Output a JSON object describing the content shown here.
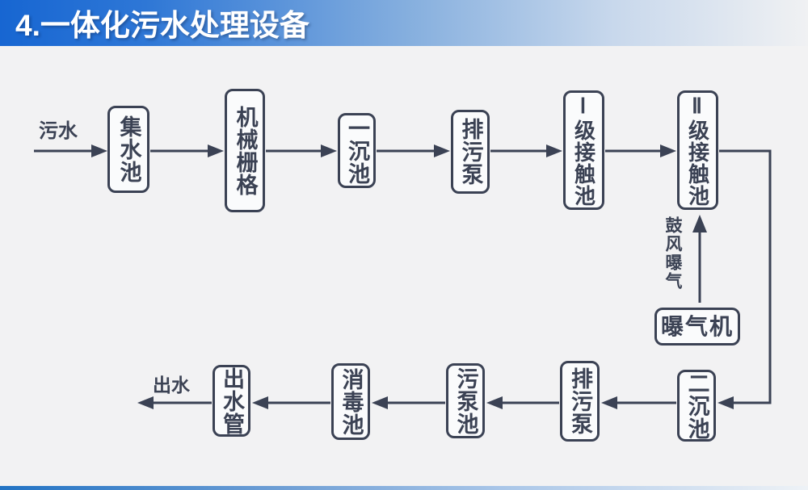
{
  "header": {
    "title": "4.一体化污水处理设备"
  },
  "diagram": {
    "labels": {
      "inflow": "污水",
      "outflow": "出水",
      "aeration": "鼓风曝气"
    },
    "nodes": [
      {
        "id": "collection-tank",
        "label": "集水池"
      },
      {
        "id": "mechanical-screen",
        "label": "机械栅格"
      },
      {
        "id": "primary-sedimentation-tank",
        "label": "一沉池"
      },
      {
        "id": "sewage-discharge-pump-top",
        "label": "排污泵"
      },
      {
        "id": "stage-1-contact-tank",
        "label": "Ⅰ级接触池"
      },
      {
        "id": "stage-2-contact-tank",
        "label": "Ⅱ级接触池"
      },
      {
        "id": "aerator",
        "label": "曝气机"
      },
      {
        "id": "secondary-sedimentation-tank",
        "label": "二沉池"
      },
      {
        "id": "sewage-discharge-pump-bottom",
        "label": "排污泵"
      },
      {
        "id": "sludge-pump-tank",
        "label": "污泵池"
      },
      {
        "id": "disinfection-tank",
        "label": "消毒池"
      },
      {
        "id": "outlet-pipe",
        "label": "出水管"
      }
    ],
    "flow_sequence": [
      "污水",
      "集水池",
      "机械栅格",
      "一沉池",
      "排污泵",
      "Ⅰ级接触池",
      "Ⅱ级接触池",
      "二沉池",
      "排污泵",
      "污泵池",
      "消毒池",
      "出水管",
      "出水"
    ],
    "side_flow": "曝气机 →(鼓风曝气)→ Ⅱ级接触池",
    "colors": {
      "stroke": "#3b4254",
      "header_blue": "#1766d2",
      "bottom_bar_blue": "#2273c4",
      "background": "#f2f2f3"
    }
  }
}
